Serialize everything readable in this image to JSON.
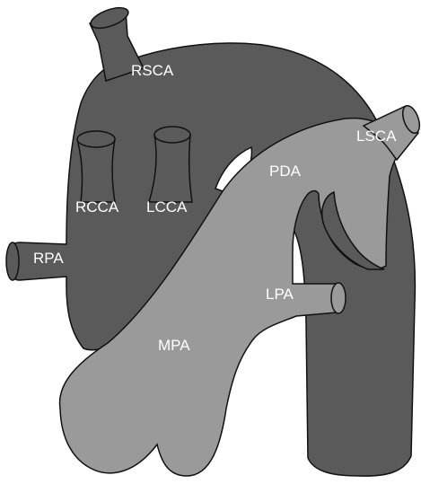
{
  "colors": {
    "dark_vessel": "#5a5a5a",
    "light_vessel": "#9a9a9a",
    "outline": "#111111",
    "label_text": "#ffffff",
    "background": "#ffffff"
  },
  "labels": {
    "rsca": "RSCA",
    "rcca": "RCCA",
    "lcca": "LCCA",
    "rpa": "RPA",
    "lsca": "LSCA",
    "pda": "PDA",
    "lpa": "LPA",
    "mpa": "MPA"
  }
}
